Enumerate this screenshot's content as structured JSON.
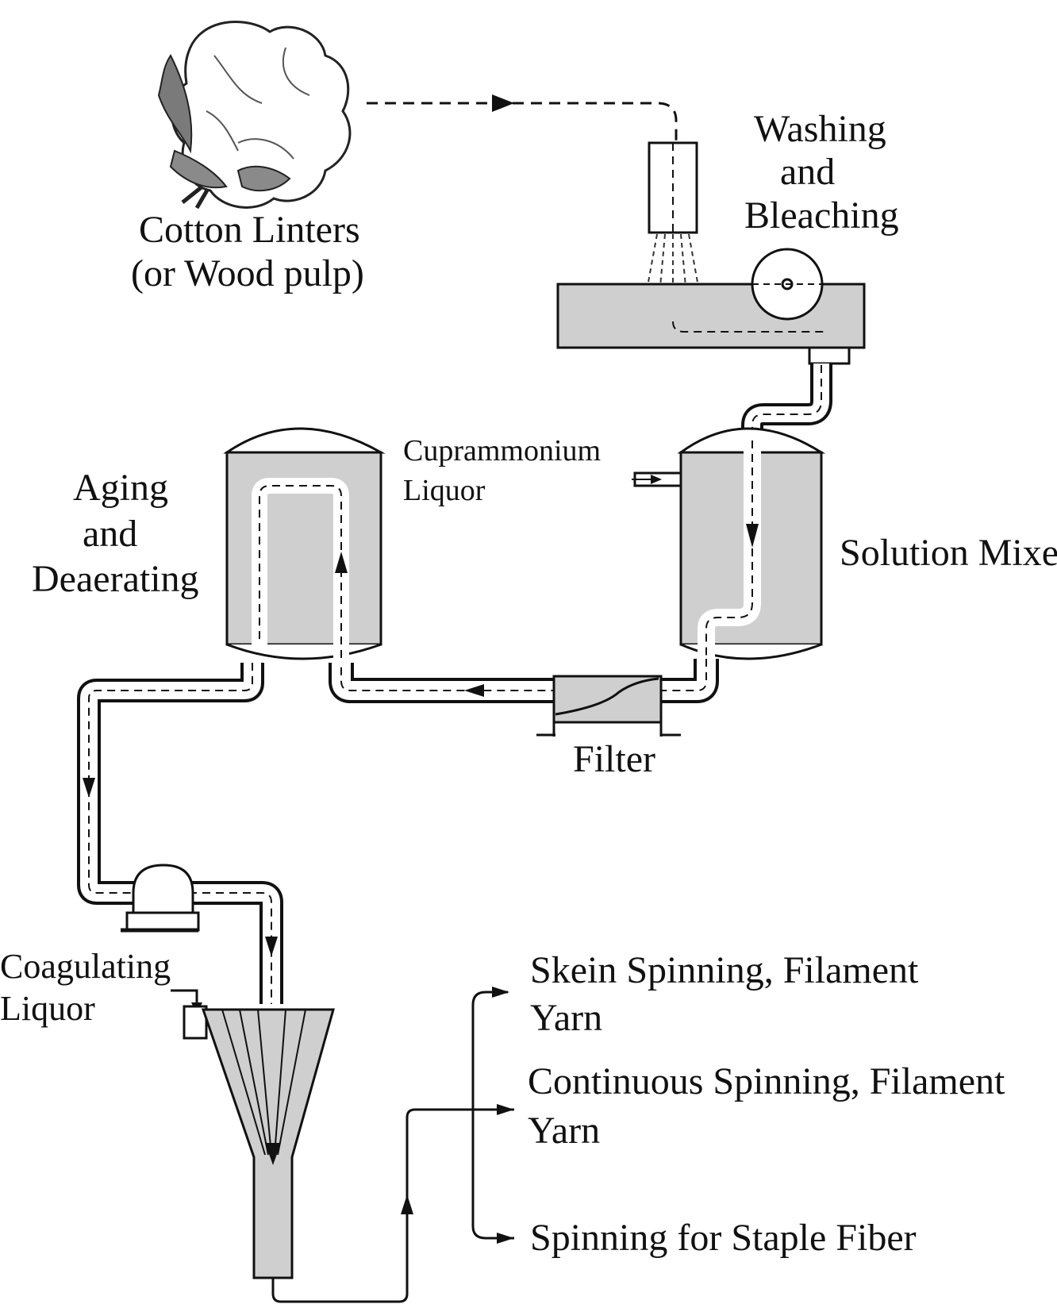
{
  "labels": {
    "cotton_line1": "Cotton Linters",
    "cotton_line2": "(or Wood pulp)",
    "washing_line1": "Washing",
    "washing_line2": "and",
    "washing_line3": "Bleaching",
    "cupra_line1": "Cuprammonium",
    "cupra_line2": "Liquor",
    "aging_line1": "Aging",
    "aging_line2": "and",
    "aging_line3": "Deaerating",
    "solution_mixer": "Solution Mixe",
    "filter": "Filter",
    "coag_line1": "Coagulating",
    "coag_line2": "Liquor",
    "skein_line1": "Skein Spinning, Filament",
    "skein_line2": "Yarn",
    "continuous_line1": "Continuous Spinning, Filament",
    "continuous_line2": "Yarn",
    "staple": "Spinning for Staple Fiber"
  },
  "colors": {
    "ink": "#111111",
    "vessel_fill": "#cfcfcf",
    "background": "#ffffff"
  },
  "icons": {
    "source_material": "cotton-boll-icon",
    "pump": "pump-icon",
    "roller": "roller-icon"
  }
}
